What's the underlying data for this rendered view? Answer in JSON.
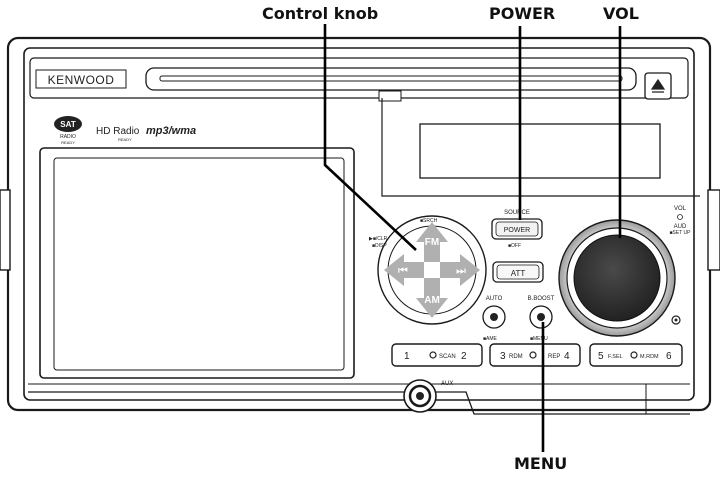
{
  "callouts": {
    "control_knob": "Control knob",
    "power": "POWER",
    "vol": "VOL",
    "menu": "MENU"
  },
  "unit": {
    "brand": "KENWOOD",
    "logo_sat": "SAT",
    "logo_sat_sub": "RADIO",
    "logo_sat_ready": "READY",
    "logo_hd": "HD Radio",
    "logo_hd_ready": "READY",
    "logo_formats": "mp3/wma",
    "srch_label": "■SRCH",
    "disp_label1": "▶■/CLR",
    "disp_label2": "■DISP",
    "source_label": "SOURCE",
    "power_button": "POWER",
    "off_label": "■OFF",
    "att_button": "ATT",
    "vol_label": "VOL",
    "aud_label": "AUD",
    "setup_label": "■SET UP",
    "auto_label": "AUTO",
    "ame_label": "■AME",
    "bboost_label": "B.BOOST",
    "menu_label": "■MENU",
    "fm_label": "FM",
    "am_label": "AM",
    "seek_back": "⏮",
    "seek_fwd": "⏭",
    "preset_1": "1",
    "scan_label": "SCAN",
    "preset_2": "2",
    "preset_3": "3",
    "rdm_label": "RDM",
    "rep_label": "REP",
    "preset_4": "4",
    "preset_5": "5",
    "fsel_label": "F.SEL",
    "mrdm_label": "M.RDM",
    "preset_6": "6",
    "aux_label": "AUX",
    "eject_icon": "eject-icon",
    "colors": {
      "panel": "#ffffff",
      "line": "#1a1a1a",
      "knob": "#333333",
      "arrow": "#b0b0b0"
    }
  }
}
